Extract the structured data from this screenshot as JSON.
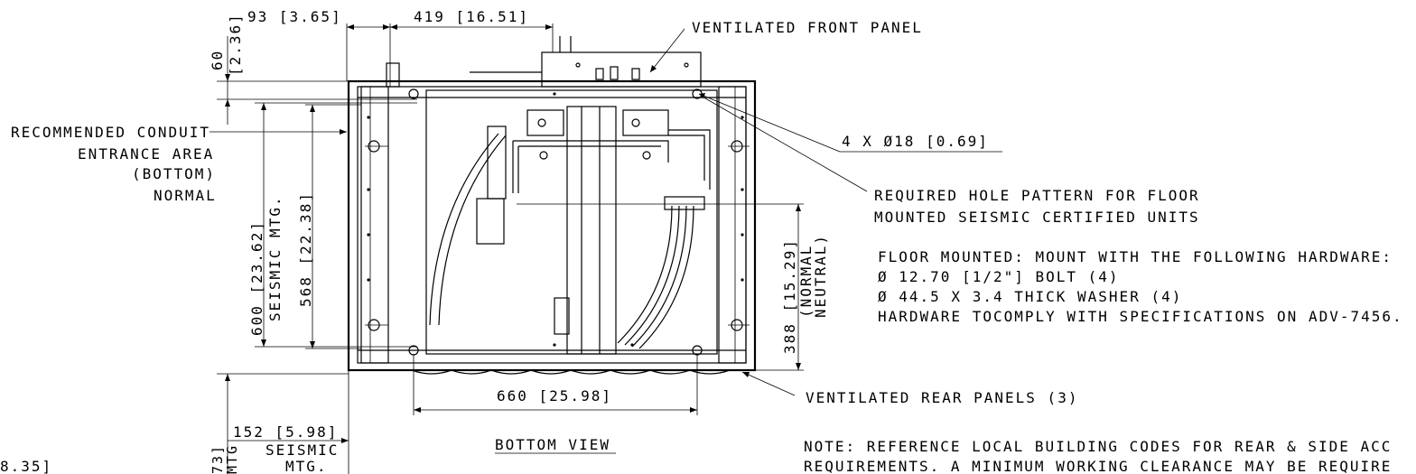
{
  "dimensions": {
    "d93": "93 [3.65]",
    "d419": "419 [16.51]",
    "d60": "60",
    "d60b": "[2.36]",
    "d600": "600 [23.62]",
    "d600_sub": "SEISMIC MTG.",
    "d568": "568 [22.38]",
    "d388": "388 [15.29]",
    "d388_sub1": "(NORMAL",
    "d388_sub2": "NEUTRAL)",
    "d660": "660 [25.98]",
    "d152": "152 [5.98]",
    "d152_sub1": "SEISMIC",
    "d152_sub2": "MTG.",
    "left_partial1": "8.35]",
    "left_partial2": "73]",
    "left_partial3": "MTG"
  },
  "labels": {
    "front_panel": "VENTILATED FRONT PANEL",
    "conduit1": "RECOMMENDED CONDUIT",
    "conduit2": "ENTRANCE AREA",
    "conduit3": "(BOTTOM)",
    "conduit4": "NORMAL",
    "holes": "4 X Ø18 [0.69]",
    "hole_pattern1": "REQUIRED HOLE PATTERN FOR FLOOR",
    "hole_pattern2": "MOUNTED SEISMIC CERTIFIED UNITS",
    "hardware_title": "FLOOR MOUNTED: MOUNT WITH THE FOLLOWING HARDWARE:",
    "hardware1": "Ø 12.70 [1/2\"] BOLT (4)",
    "hardware2": "Ø 44.5 X 3.4 THICK WASHER (4)",
    "hardware3": "HARDWARE TOCOMPLY WITH SPECIFICATIONS ON ADV-7456.",
    "rear_panels": "VENTILATED REAR PANELS (3)",
    "view_title": "BOTTOM VIEW",
    "note1": "NOTE: REFERENCE LOCAL BUILDING CODES FOR REAR & SIDE ACC",
    "note2": "REQUIREMENTS. A MINIMUM WORKING CLEARANCE MAY BE REQUIRE"
  }
}
